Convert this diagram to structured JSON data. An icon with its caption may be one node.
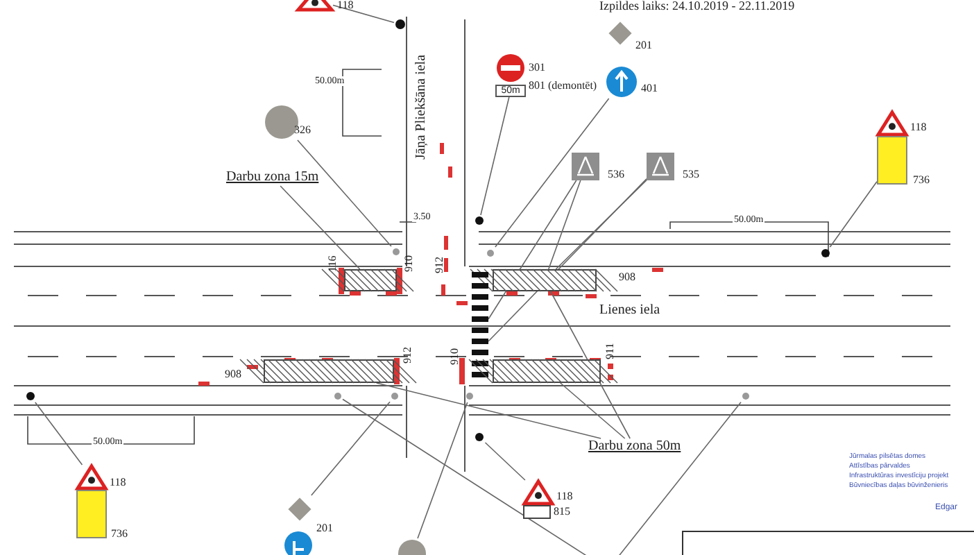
{
  "diagram": {
    "nodes": [
      {
        "text": [],
        "shape": "picture",
        "beside": [
          "118"
        ]
      },
      {
        "text": [],
        "shape": "circle"
      },
      {
        "text": [],
        "shape": "picture",
        "beside": [
          "301"
        ]
      },
      {
        "text": [
          "50m"
        ],
        "beside": [
          "801 (demontēt)"
        ]
      },
      {
        "text": [],
        "shape": "diamond",
        "beside": [
          "201"
        ]
      },
      {
        "text": [],
        "shape": "picture",
        "beside": [
          "401"
        ]
      },
      {
        "text": [],
        "shape": "circle",
        "beside": [
          "326"
        ]
      },
      {
        "text": [
          "Darbu zona 15m"
        ]
      },
      {
        "text": [],
        "shape": "picture",
        "beside": [
          "536"
        ]
      },
      {
        "text": [],
        "shape": "picture",
        "beside": [
          "535"
        ]
      },
      {
        "text": [],
        "shape": "picture",
        "beside": [
          "118"
        ]
      },
      {
        "text": [],
        "shape": "box",
        "beside": [
          "736"
        ]
      },
      {
        "text": [],
        "shape": "circle"
      },
      {
        "text": [],
        "shape": "circle"
      },
      {
        "text": [],
        "shape": "circle"
      },
      {
        "text": [],
        "shape": "circle"
      },
      {
        "text": [],
        "shape": "box"
      },
      {
        "text": [],
        "shape": "box"
      },
      {
        "text": [],
        "shape": "picture"
      },
      {
        "text": [],
        "shape": "box"
      },
      {
        "text": [],
        "shape": "box"
      },
      {
        "text": [],
        "shape": "circle"
      },
      {
        "text": [],
        "shape": "circle"
      },
      {
        "text": [],
        "shape": "circle"
      },
      {
        "text": [],
        "shape": "circle"
      },
      {
        "text": [],
        "shape": "circle"
      },
      {
        "text": [
          "Darbu zona 50m"
        ]
      },
      {
        "text": [],
        "shape": "circle"
      },
      {
        "text": [],
        "shape": "picture",
        "beside": [
          "118"
        ]
      },
      {
        "text": [],
        "shape": "box",
        "beside": [
          "736"
        ]
      },
      {
        "text": [],
        "shape": "diamond",
        "beside": [
          "201"
        ]
      },
      {
        "text": [],
        "shape": "picture"
      },
      {
        "text": [],
        "shape": "picture",
        "beside": [
          "118"
        ]
      },
      {
        "text": [],
        "shape": "box",
        "beside": [
          "815"
        ]
      },
      {
        "text": [],
        "shape": "circle"
      }
    ],
    "edges": [
      {
        "from": 0,
        "to": 1,
        "arrow": "none"
      },
      {
        "from": 3,
        "to": 13,
        "arrow": "none"
      },
      {
        "from": 5,
        "to": 14,
        "arrow": "none"
      },
      {
        "from": 6,
        "to": 12,
        "arrow": "none"
      },
      {
        "from": 7,
        "to": 16,
        "arrow": "none"
      },
      {
        "from": 8,
        "to": 17,
        "arrow": "none"
      },
      {
        "from": 8,
        "to": 18,
        "arrow": "none"
      },
      {
        "from": 9,
        "to": 17,
        "arrow": "none"
      },
      {
        "from": 9,
        "to": 18,
        "arrow": "none"
      },
      {
        "from": 11,
        "to": 15,
        "arrow": "none"
      },
      {
        "from": 26,
        "to": 19,
        "arrow": "none"
      },
      {
        "from": 26,
        "to": 20,
        "arrow": "none"
      },
      {
        "from": 26,
        "to": 17,
        "arrow": "none"
      },
      {
        "from": 28,
        "to": 21,
        "arrow": "none"
      },
      {
        "from": 30,
        "to": 23,
        "arrow": "none"
      },
      {
        "from": 32,
        "to": 27,
        "arrow": "none"
      },
      {
        "from": 34,
        "to": 24,
        "arrow": "none"
      },
      {
        "from": null,
        "to": 22,
        "arrow": "none"
      },
      {
        "from": null,
        "to": 25,
        "arrow": "none"
      }
    ],
    "labels": [
      "Izpildes laiks: 24.10.2019 - 22.11.2019",
      "Jāņa Pliekšāna iela",
      "50.00m",
      "3.50",
      "50.00m",
      "116",
      "910",
      "912",
      "908",
      "Lienes iela",
      "908",
      "912",
      "910",
      "911",
      "50.00m",
      "Jūrmalas pilsētas domes",
      "Attīstības pārvaldes",
      "Infrastruktūras investīciju projekt",
      "Būvniecības daļas būvinženieris",
      "Edgar"
    ]
  }
}
